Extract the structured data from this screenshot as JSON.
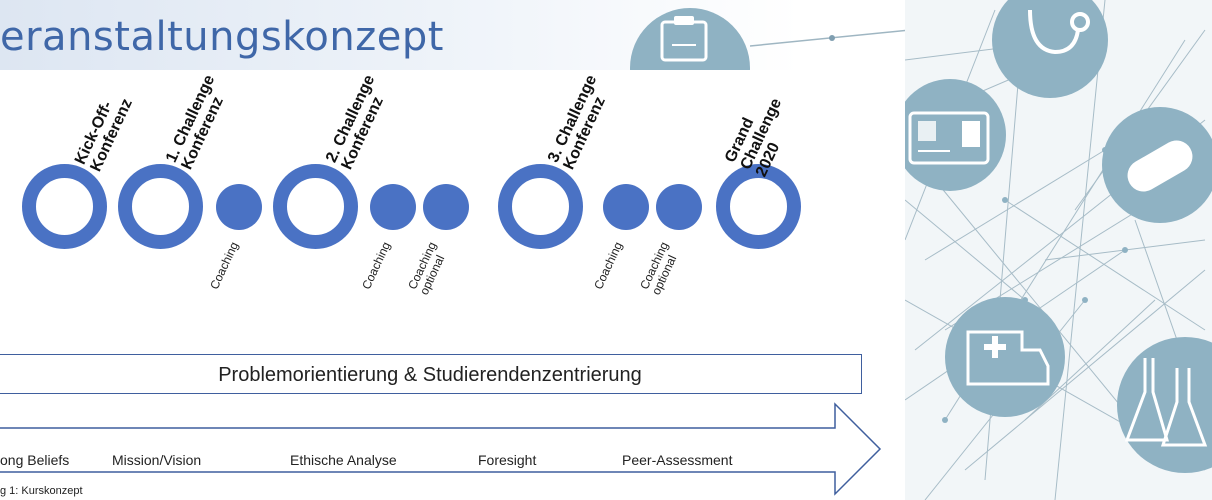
{
  "title": "eranstaltungskonzept",
  "milestones": [
    {
      "label_lines": [
        "Kick-Off-",
        "Konferenz"
      ]
    },
    {
      "label_lines": [
        "1. Challenge",
        "Konferenz"
      ]
    },
    {
      "label_lines": [
        "2. Challenge",
        "Konferenz"
      ]
    },
    {
      "label_lines": [
        "3. Challenge",
        "Konferenz"
      ]
    },
    {
      "label_lines": [
        "Grand",
        "Challenge",
        "2020"
      ]
    }
  ],
  "coaching": [
    {
      "lines": [
        "Coaching"
      ]
    },
    {
      "lines": [
        "Coaching"
      ]
    },
    {
      "lines": [
        "Coaching",
        "optional"
      ]
    },
    {
      "lines": [
        "Coaching"
      ]
    },
    {
      "lines": [
        "Coaching",
        "optional"
      ]
    }
  ],
  "banner": "Problemorientierung & Studierendenzentrierung",
  "steps": [
    "ong Beliefs",
    "Mission/Vision",
    "Ethische Analyse",
    "Foresight",
    "Peer-Assessment"
  ],
  "caption": "g 1: Kurskonzept",
  "colors": {
    "accent": "#4a72c4",
    "title": "#3f67a8",
    "panel_circle": "#8fb2c3",
    "network_line": "#9fb6c2"
  },
  "icons": [
    "clipboard-icon",
    "stethoscope-icon",
    "id-card-icon",
    "pill-icon",
    "ambulance-icon",
    "flask-icon"
  ]
}
